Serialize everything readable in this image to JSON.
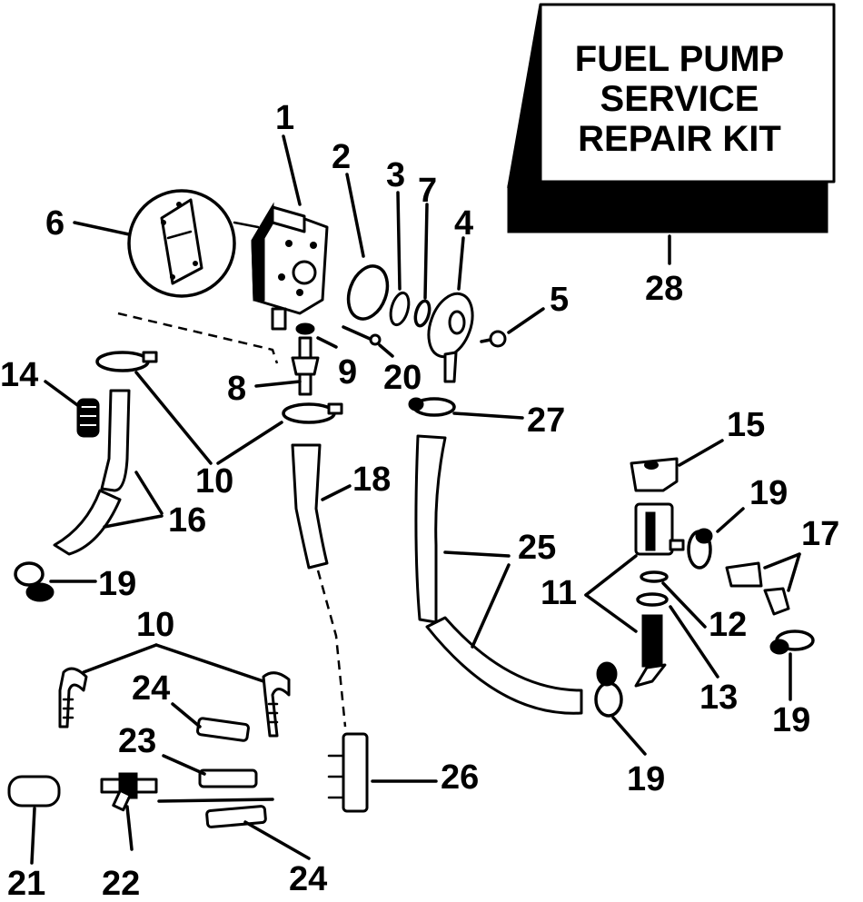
{
  "kit": {
    "line1": "FUEL PUMP",
    "line2": "SERVICE",
    "line3": "REPAIR KIT"
  },
  "callouts": {
    "c1": "1",
    "c2": "2",
    "c3": "3",
    "c4": "4",
    "c5": "5",
    "c6": "6",
    "c7": "7",
    "c8": "8",
    "c9": "9",
    "c10a": "10",
    "c10b": "10",
    "c11": "11",
    "c12": "12",
    "c13": "13",
    "c14": "14",
    "c15": "15",
    "c16": "16",
    "c17": "17",
    "c18": "18",
    "c19a": "19",
    "c19b": "19",
    "c19c": "19",
    "c19d": "19",
    "c20": "20",
    "c21": "21",
    "c22": "22",
    "c23": "23",
    "c24a": "24",
    "c24b": "24",
    "c25": "25",
    "c26": "26",
    "c27": "27",
    "c28": "28"
  }
}
